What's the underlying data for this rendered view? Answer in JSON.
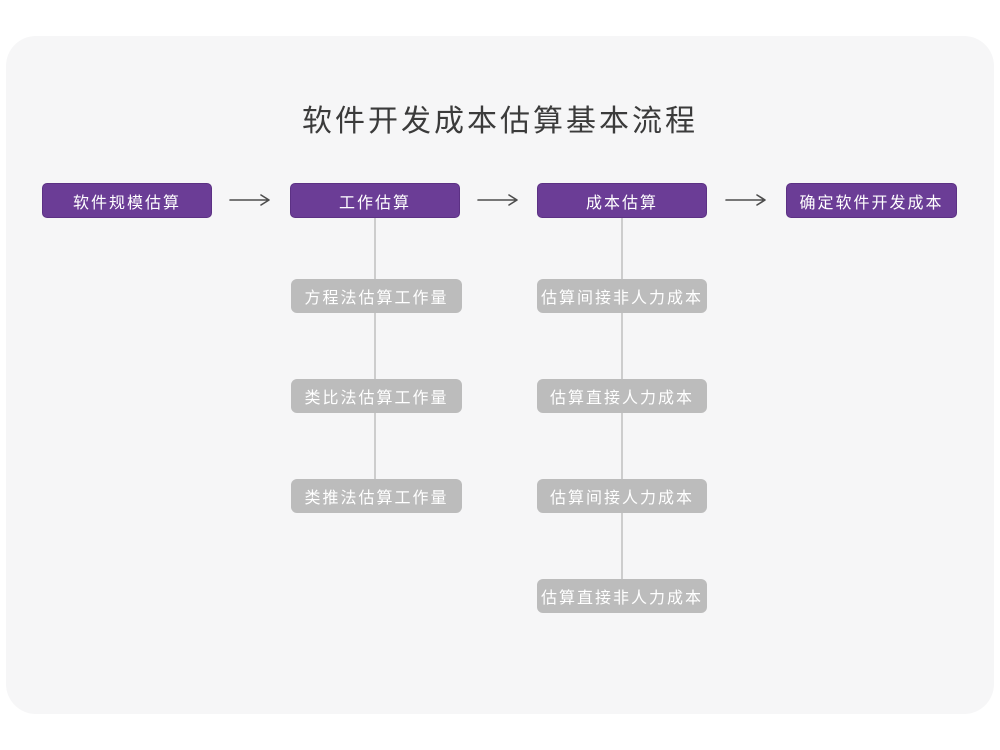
{
  "title": "软件开发成本估算基本流程",
  "colors": {
    "step_fill": "#6B3D96",
    "step_border": "#5C3184",
    "sub_fill": "#BCBCBC",
    "connector_line": "#CDCDCD",
    "arrow": "#4D4D4D",
    "card_background": "#F6F6F7",
    "page_background": "#FFFFFF",
    "title_text": "#3B3B3B",
    "box_text": "#FFFFFF"
  },
  "main_steps": [
    {
      "label": "软件规模估算"
    },
    {
      "label": "工作估算"
    },
    {
      "label": "成本估算"
    },
    {
      "label": "确定软件开发成本"
    }
  ],
  "work_estimation_methods": [
    "方程法估算工作量",
    "类比法估算工作量",
    "类推法估算工作量"
  ],
  "cost_estimation_steps": [
    "估算间接非人力成本",
    "估算直接人力成本",
    "估算间接人力成本",
    "估算直接非人力成本"
  ]
}
